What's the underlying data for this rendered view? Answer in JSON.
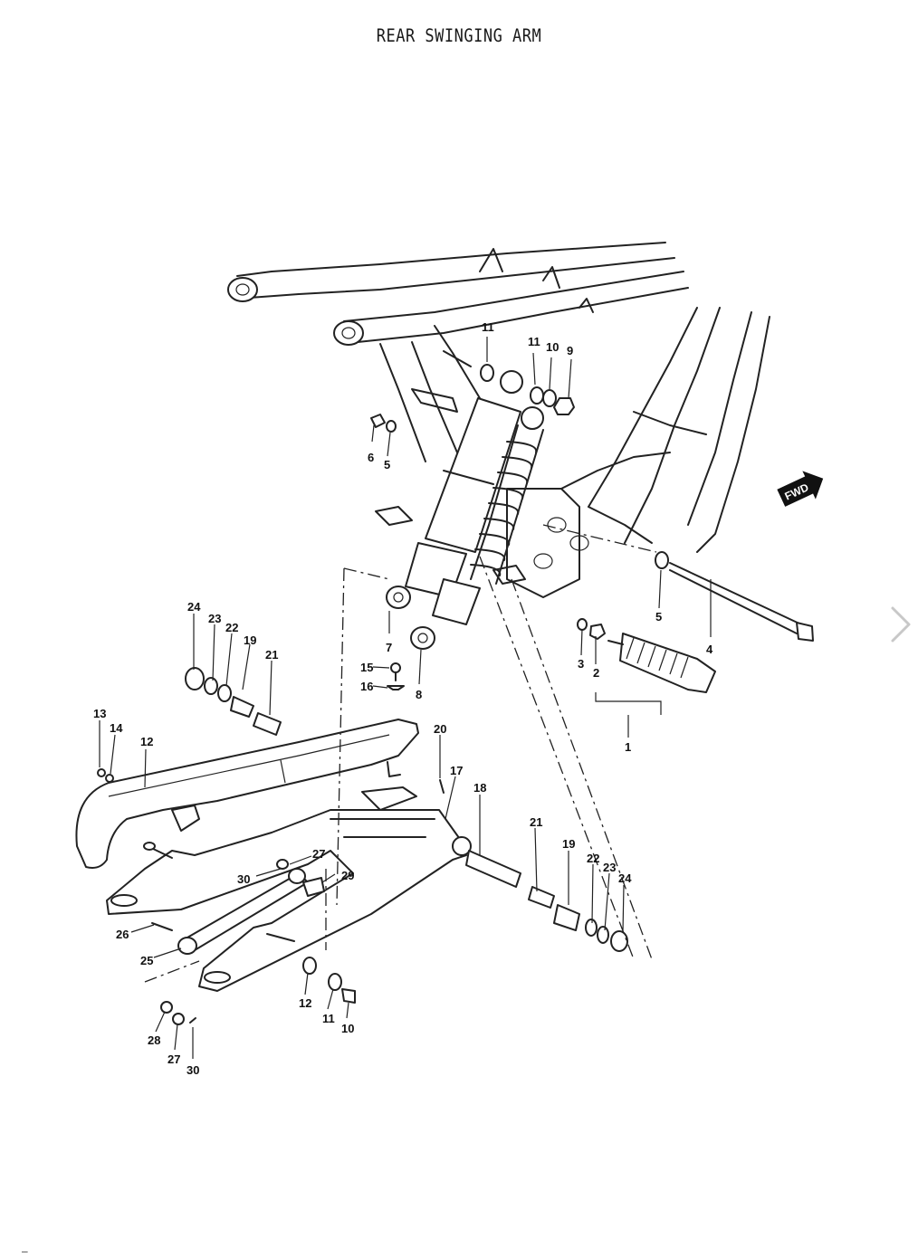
{
  "title": "REAR SWINGING ARM",
  "fwd_label": "FWD",
  "labels": [
    {
      "id": "11a",
      "text": "11"
    },
    {
      "id": "11b",
      "text": "11"
    },
    {
      "id": "10a",
      "text": "10"
    },
    {
      "id": "9",
      "text": "9"
    },
    {
      "id": "6",
      "text": "6"
    },
    {
      "id": "5a",
      "text": "5"
    },
    {
      "id": "5b",
      "text": "5"
    },
    {
      "id": "4",
      "text": "4"
    },
    {
      "id": "3",
      "text": "3"
    },
    {
      "id": "2",
      "text": "2"
    },
    {
      "id": "1",
      "text": "1"
    },
    {
      "id": "7",
      "text": "7"
    },
    {
      "id": "8",
      "text": "8"
    },
    {
      "id": "15",
      "text": "15"
    },
    {
      "id": "16",
      "text": "16"
    },
    {
      "id": "24a",
      "text": "24"
    },
    {
      "id": "23a",
      "text": "23"
    },
    {
      "id": "22a",
      "text": "22"
    },
    {
      "id": "19a",
      "text": "19"
    },
    {
      "id": "21a",
      "text": "21"
    },
    {
      "id": "13",
      "text": "13"
    },
    {
      "id": "14",
      "text": "14"
    },
    {
      "id": "12a",
      "text": "12"
    },
    {
      "id": "20",
      "text": "20"
    },
    {
      "id": "17",
      "text": "17"
    },
    {
      "id": "18",
      "text": "18"
    },
    {
      "id": "21b",
      "text": "21"
    },
    {
      "id": "19b",
      "text": "19"
    },
    {
      "id": "22b",
      "text": "22"
    },
    {
      "id": "23b",
      "text": "23"
    },
    {
      "id": "24b",
      "text": "24"
    },
    {
      "id": "27a",
      "text": "27"
    },
    {
      "id": "30a",
      "text": "30"
    },
    {
      "id": "29",
      "text": "29"
    },
    {
      "id": "26",
      "text": "26"
    },
    {
      "id": "25",
      "text": "25"
    },
    {
      "id": "12b",
      "text": "12"
    },
    {
      "id": "11c",
      "text": "11"
    },
    {
      "id": "10b",
      "text": "10"
    },
    {
      "id": "28",
      "text": "28"
    },
    {
      "id": "27b",
      "text": "27"
    },
    {
      "id": "30b",
      "text": "30"
    }
  ],
  "page_number": "—",
  "colors": {
    "ink": "#222222",
    "paper": "#ffffff"
  }
}
